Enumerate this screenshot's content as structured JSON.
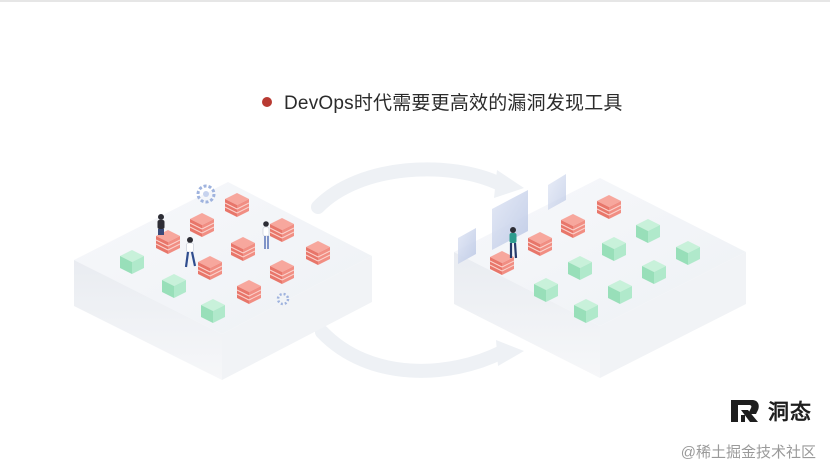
{
  "slide": {
    "title": "DevOps时代需要更高效的漏洞发现工具",
    "brand_name": "洞态",
    "watermark": "@稀土掘金技术社区"
  },
  "colors": {
    "bullet": "#b83a32",
    "vuln_cube": "#f08a80",
    "safe_cube": "#9fe3c0",
    "platform": "#f3f5f8",
    "arrow": "#eef1f5",
    "panel": "#c9d3ea"
  },
  "icons": {
    "logo": "brand-logo-icon",
    "gear": "gear-icon",
    "person": "person-icon"
  }
}
